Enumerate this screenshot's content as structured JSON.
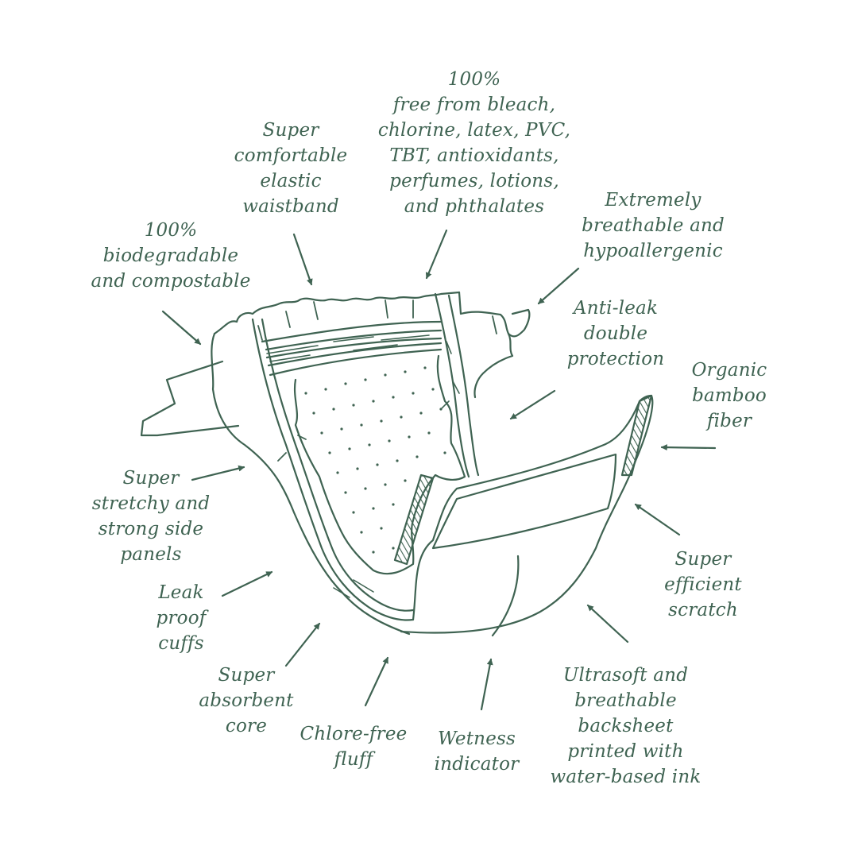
{
  "colors": {
    "ink": "#3f6352",
    "background": "#ffffff"
  },
  "labels": {
    "waistband": [
      "Super",
      "comfortable",
      "elastic",
      "waistband"
    ],
    "free_from": [
      "100%",
      "free from bleach,",
      "chlorine, latex, PVC,",
      "TBT, antioxidants,",
      "perfumes, lotions,",
      "and phthalates"
    ],
    "biodegradable": [
      "100%",
      "biodegradable",
      "and compostable"
    ],
    "breathable": [
      "Extremely",
      "breathable and",
      "hypoallergenic"
    ],
    "anti_leak": [
      "Anti-leak",
      "double",
      "protection"
    ],
    "bamboo": [
      "Organic",
      "bamboo",
      "fiber"
    ],
    "side_panels": [
      "Super",
      "stretchy and",
      "strong side",
      "panels"
    ],
    "cuffs": [
      "Leak",
      "proof",
      "cuffs"
    ],
    "scratch": [
      "Super",
      "efficient",
      "scratch"
    ],
    "core": [
      "Super",
      "absorbent",
      "core"
    ],
    "fluff": [
      "Chlore-free",
      "fluff"
    ],
    "wetness": [
      "Wetness",
      "indicator"
    ],
    "backsheet": [
      "Ultrasoft and",
      "breathable",
      "backsheet",
      "printed with",
      "water-based ink"
    ]
  }
}
